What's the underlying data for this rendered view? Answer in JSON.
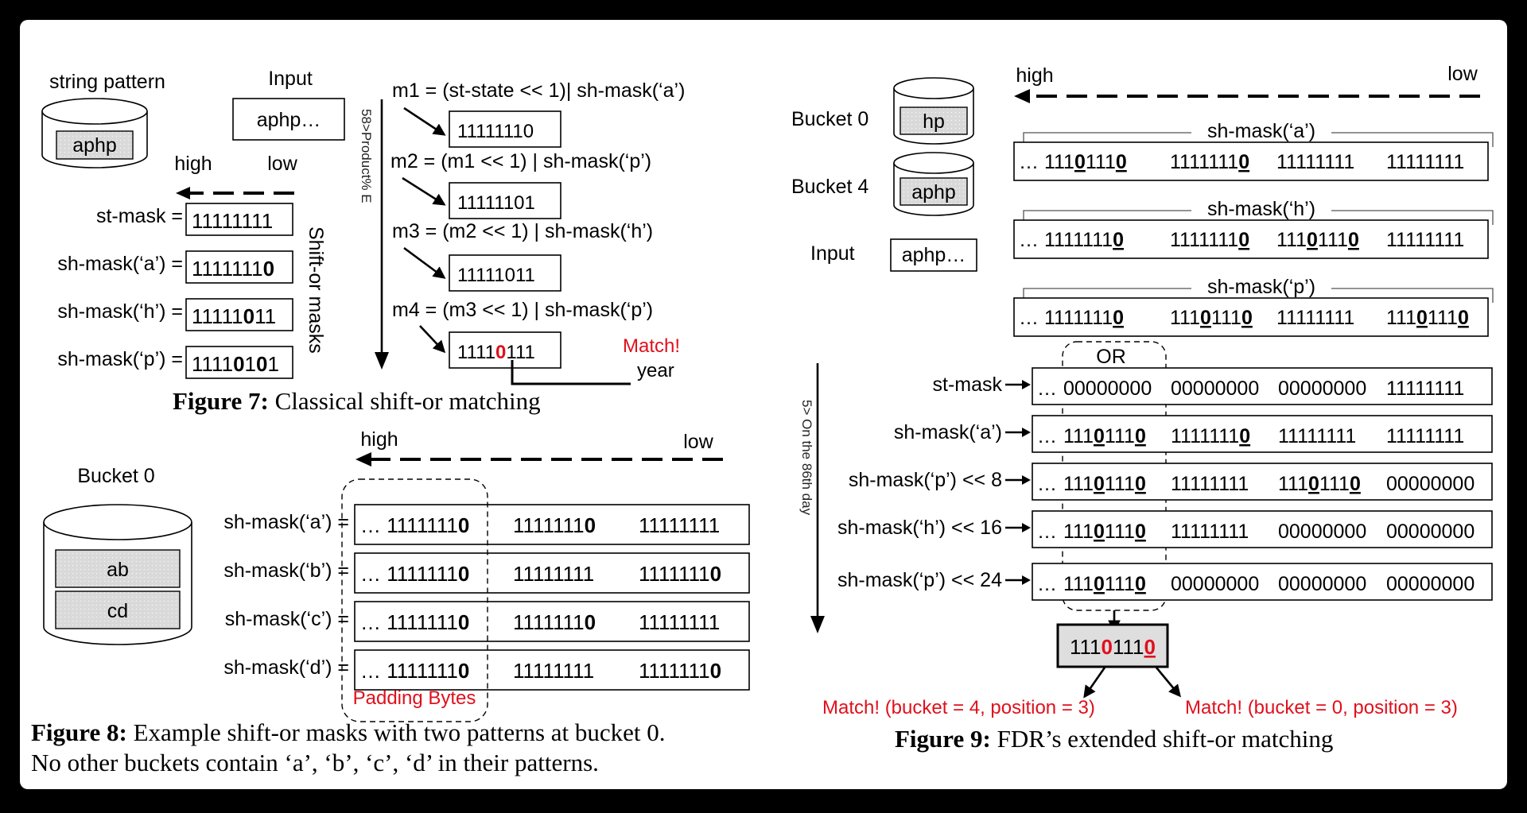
{
  "figure7": {
    "string_pattern_label": "string pattern",
    "pattern": "aphp",
    "input_label": "Input",
    "input_value": "aphp…",
    "high": "high",
    "low": "low",
    "masks": [
      {
        "label": "st-mask =",
        "pre": "1111111",
        "bold": "1",
        "post": "",
        "bold_is_b": false
      },
      {
        "label": "sh-mask(‘a’) =",
        "pre": "1111111",
        "bold": "0",
        "post": ""
      },
      {
        "label": "sh-mask(‘h’) =",
        "pre": "11111",
        "bold": "0",
        "post": "11"
      },
      {
        "label": "sh-mask(‘p’) =",
        "pre": "1111",
        "bold": "0",
        "post": "1",
        "bold2": "0",
        "post2": "1"
      }
    ],
    "side_label": "Shift-or masks",
    "rotated_note": "58>Product% E",
    "steps": [
      {
        "eq": "m1 =  (st-state << 1)| sh-mask(‘a’)",
        "result": "11111110"
      },
      {
        "eq": "m2 =  (m1 << 1) | sh-mask(‘p’)",
        "result": "11111101"
      },
      {
        "eq": "m3 =  (m2 << 1) | sh-mask(‘h’)",
        "result": "11111011"
      },
      {
        "eq": "m4 =  (m3 << 1) | sh-mask(‘p’)",
        "result_pre": "1111",
        "result_red": "0",
        "result_post": "111"
      }
    ],
    "match": "Match!",
    "year": "year",
    "caption_bold": "Figure 7:",
    "caption_text": " Classical shift-or matching"
  },
  "figure8": {
    "bucket_label": "Bucket 0",
    "patterns": [
      "ab",
      "cd"
    ],
    "high": "high",
    "low": "low",
    "rows": [
      {
        "label": "sh-mask(‘a’) =",
        "b1": [
          "… 1111111",
          "0"
        ],
        "b2": [
          "1111111",
          "0"
        ],
        "b3": [
          "11111111",
          ""
        ]
      },
      {
        "label": "sh-mask(‘b’) =",
        "b1": [
          "… 1111111",
          "0"
        ],
        "b2": [
          "11111111",
          ""
        ],
        "b3": [
          "1111111",
          "0"
        ]
      },
      {
        "label": "sh-mask(‘c’) =",
        "b1": [
          "… 1111111",
          "0"
        ],
        "b2": [
          "1111111",
          "0"
        ],
        "b3": [
          "11111111",
          ""
        ]
      },
      {
        "label": "sh-mask(‘d’) =",
        "b1": [
          "… 1111111",
          "0"
        ],
        "b2": [
          "11111111",
          ""
        ],
        "b3": [
          "1111111",
          "0"
        ]
      }
    ],
    "padding": "Padding Bytes",
    "caption_bold": "Figure 8:",
    "caption_line1": " Example shift-or masks with two patterns at bucket 0.",
    "caption_line2": "No other buckets contain ‘a’, ‘b’, ‘c’, ‘d’ in their patterns."
  },
  "figure9": {
    "bucket0_label": "Bucket 0",
    "bucket0_pattern": "hp",
    "bucket4_label": "Bucket 4",
    "bucket4_pattern": "aphp",
    "input_label": "Input",
    "input_value": "aphp…",
    "high": "high",
    "low": "low",
    "top_masks": [
      {
        "title": "sh-mask(‘a’)",
        "segs": [
          [
            "… 111",
            "0",
            "111",
            "0"
          ],
          [
            "1111111",
            "0"
          ],
          [
            "11111111"
          ],
          [
            "11111111"
          ]
        ]
      },
      {
        "title": "sh-mask(‘h’)",
        "segs": [
          [
            "… 1111111",
            "0"
          ],
          [
            "1111111",
            "0"
          ],
          [
            "111",
            "0",
            "111",
            "0"
          ],
          [
            "11111111"
          ]
        ]
      },
      {
        "title": "sh-mask(‘p’)",
        "segs": [
          [
            "… 1111111",
            "0"
          ],
          [
            "111",
            "0",
            "111",
            "0"
          ],
          [
            "11111111"
          ],
          [
            "111",
            "0",
            "111",
            "0"
          ]
        ]
      }
    ],
    "or_label": "OR",
    "rotated_note": "5> On the 86th day",
    "rows": [
      {
        "label": "st-mask",
        "c1": [
          "00000000"
        ],
        "c2": [
          "00000000"
        ],
        "c3": [
          "00000000"
        ],
        "c4": [
          "11111111"
        ]
      },
      {
        "label": "sh-mask(‘a’)",
        "c1": [
          "111",
          "0",
          "111",
          "0"
        ],
        "c2": [
          "1111111",
          "0"
        ],
        "c3": [
          "11111111"
        ],
        "c4": [
          "11111111"
        ]
      },
      {
        "label": "sh-mask(‘p’) << 8",
        "c1": [
          "111",
          "0",
          "111",
          "0"
        ],
        "c2": [
          "11111111"
        ],
        "c3": [
          "111",
          "0",
          "111",
          "0"
        ],
        "c4": [
          "00000000"
        ]
      },
      {
        "label": "sh-mask(‘h’) << 16",
        "c1": [
          "111",
          "0",
          "111",
          "0"
        ],
        "c2": [
          "11111111"
        ],
        "c3": [
          "00000000"
        ],
        "c4": [
          "00000000"
        ]
      },
      {
        "label": "sh-mask(‘p’) << 24",
        "c1": [
          "111",
          "0",
          "111",
          "0"
        ],
        "c2": [
          "00000000"
        ],
        "c3": [
          "00000000"
        ],
        "c4": [
          "00000000"
        ]
      }
    ],
    "ellipsis": "…",
    "result": [
      "111",
      "0",
      "111",
      "0"
    ],
    "match_left": "Match! (bucket = 4, position = 3)",
    "match_right": "Match! (bucket = 0, position = 3)",
    "caption_bold": "Figure 9:",
    "caption_text": " FDR’s extended shift-or matching"
  }
}
